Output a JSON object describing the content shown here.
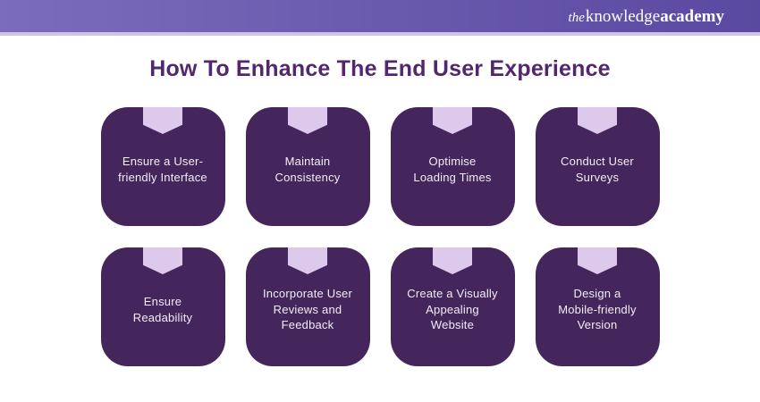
{
  "header": {
    "logo_the": "the",
    "logo_knowledge": "knowledge",
    "logo_academy": "academy"
  },
  "title": "How To Enhance The End User Experience",
  "cards": [
    {
      "label": "Ensure a User-\nfriendly Interface"
    },
    {
      "label": "Maintain\nConsistency"
    },
    {
      "label": "Optimise\nLoading Times"
    },
    {
      "label": "Conduct User\nSurveys"
    },
    {
      "label": "Ensure\nReadability"
    },
    {
      "label": "Incorporate User\nReviews and\nFeedback"
    },
    {
      "label": "Create a Visually\nAppealing\nWebsite"
    },
    {
      "label": "Design a\nMobile-friendly\nVersion"
    }
  ],
  "colors": {
    "header_gradient_left": "#7b6cbc",
    "header_gradient_right": "#5a49a0",
    "header_strip": "#cfc3e8",
    "title": "#53276f",
    "card_background": "#45265c",
    "ribbon": "#dcc9ec",
    "card_text": "#f2ecf7"
  }
}
